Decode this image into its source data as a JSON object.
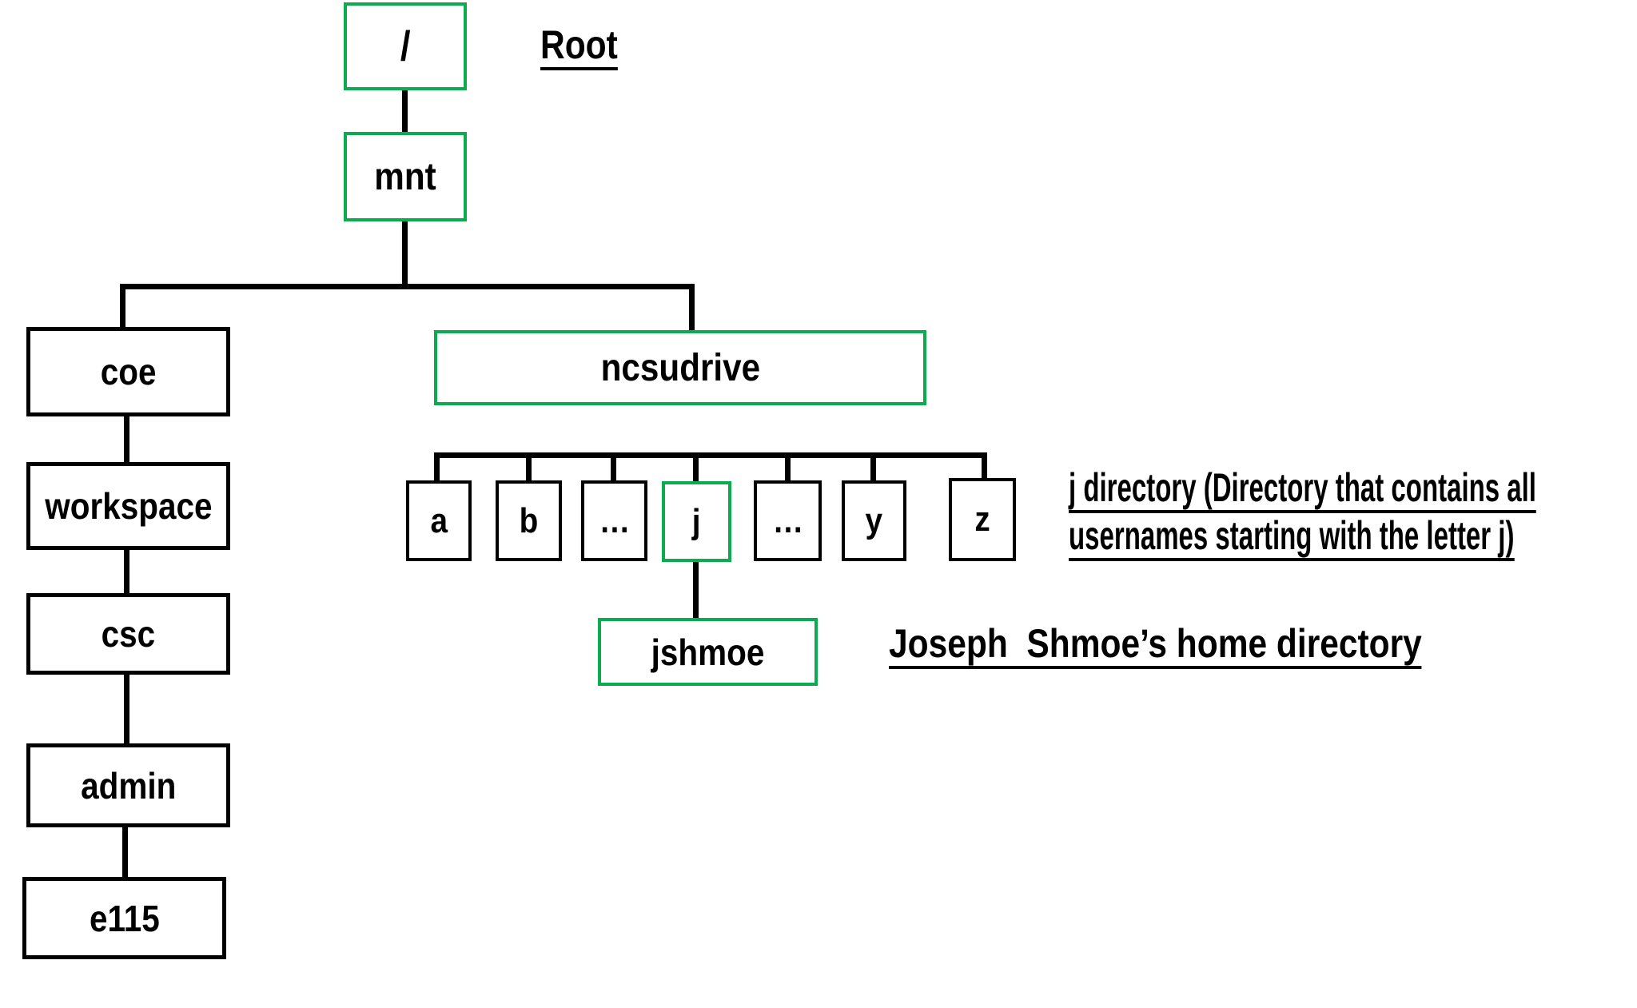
{
  "colors": {
    "green_accent": "#0dab50",
    "line_black": "#000000",
    "background": "#ffffff"
  },
  "tree": {
    "root": "/",
    "mnt": "mnt",
    "coe": "coe",
    "workspace": "workspace",
    "csc": "csc",
    "admin": "admin",
    "e115": "e115",
    "ncsudrive": "ncsudrive",
    "letters": [
      "a",
      "b",
      "…",
      "j",
      "…",
      "y",
      "z"
    ],
    "jshmoe": "jshmoe"
  },
  "annotations": {
    "root_label": "Root",
    "j_directory_line1": "j directory (Directory that contains all",
    "j_directory_line2": "usernames starting with the letter j)",
    "home_directory_label": "Joseph  Shmoe’s home directory"
  }
}
